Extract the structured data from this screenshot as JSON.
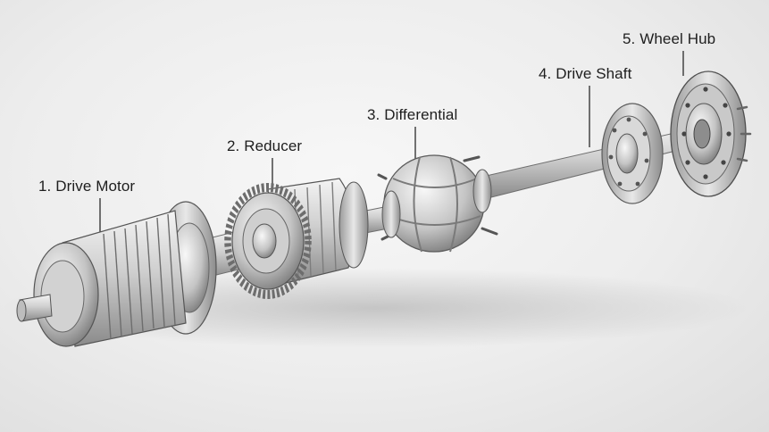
{
  "components": [
    {
      "id": "drive-motor",
      "label": "1. Drive Motor"
    },
    {
      "id": "reducer",
      "label": "2. Reducer"
    },
    {
      "id": "differential",
      "label": "3. Differential"
    },
    {
      "id": "drive-shaft",
      "label": "4. Drive Shaft"
    },
    {
      "id": "wheel-hub",
      "label": "5. Wheel Hub"
    }
  ]
}
